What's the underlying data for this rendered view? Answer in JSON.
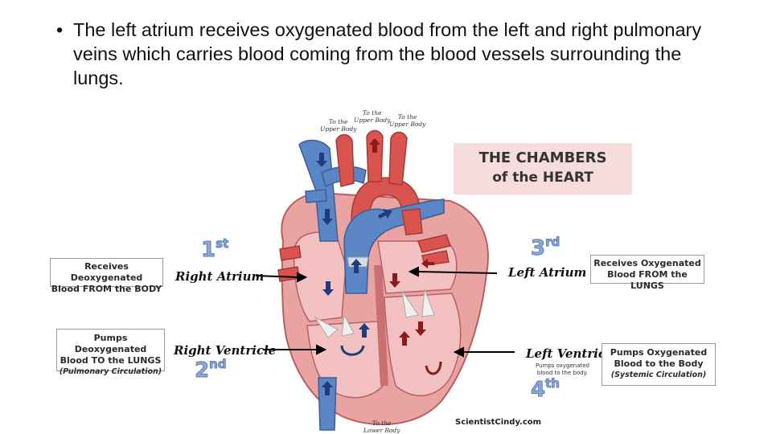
{
  "slide": {
    "bullet_symbol": "•",
    "bullet_text": "The left atrium receives oxygenated blood from the left and right pulmonary veins which carries blood coming from the blood vessels surrounding the lungs."
  },
  "figure": {
    "title_line1": "THE CHAMBERS",
    "title_line2": "of the HEART",
    "chambers": [
      {
        "ordinal": "1",
        "suffix": "st",
        "name": "Right Atrium",
        "desc_line1": "Receives Deoxygenated",
        "desc_line2": "Blood FROM the BODY",
        "desc_line3": ""
      },
      {
        "ordinal": "2",
        "suffix": "nd",
        "name": "Right Ventricle",
        "desc_line1": "Pumps Deoxygenated",
        "desc_line2": "Blood TO the LUNGS",
        "desc_line3": "(Pulmonary Circulation)"
      },
      {
        "ordinal": "3",
        "suffix": "rd",
        "name": "Left Atrium",
        "desc_line1": "Receives Oxygenated",
        "desc_line2": "Blood FROM the LUNGS",
        "desc_line3": ""
      },
      {
        "ordinal": "4",
        "suffix": "th",
        "name": "Left Ventricle",
        "desc_line1": "Pumps Oxygenated",
        "desc_line2": "Blood to the Body",
        "desc_line3": "(Systemic Circulation)"
      }
    ],
    "left_ventricle_note_line1": "Pumps oxygenated",
    "left_ventricle_note_line2": "blood to the body.",
    "vessel_labels": {
      "upper_body_left_line1": "To the",
      "upper_body_left_line2": "Upper Body",
      "upper_body_mid_line1": "To the",
      "upper_body_mid_line2": "Upper Body",
      "upper_body_right_line1": "To the",
      "upper_body_right_line2": "Upper Body",
      "lower_body_line1": "To the",
      "lower_body_line2": "Lower Body"
    },
    "watermark": "ScientistCindy.com",
    "colors": {
      "oxygenated": "#d9534f",
      "deoxygenated": "#5b86c5",
      "heart_wall": "#e58f8f",
      "title_box_bg": "#f7dcdc",
      "ordinal": "#8aa9d8"
    }
  }
}
